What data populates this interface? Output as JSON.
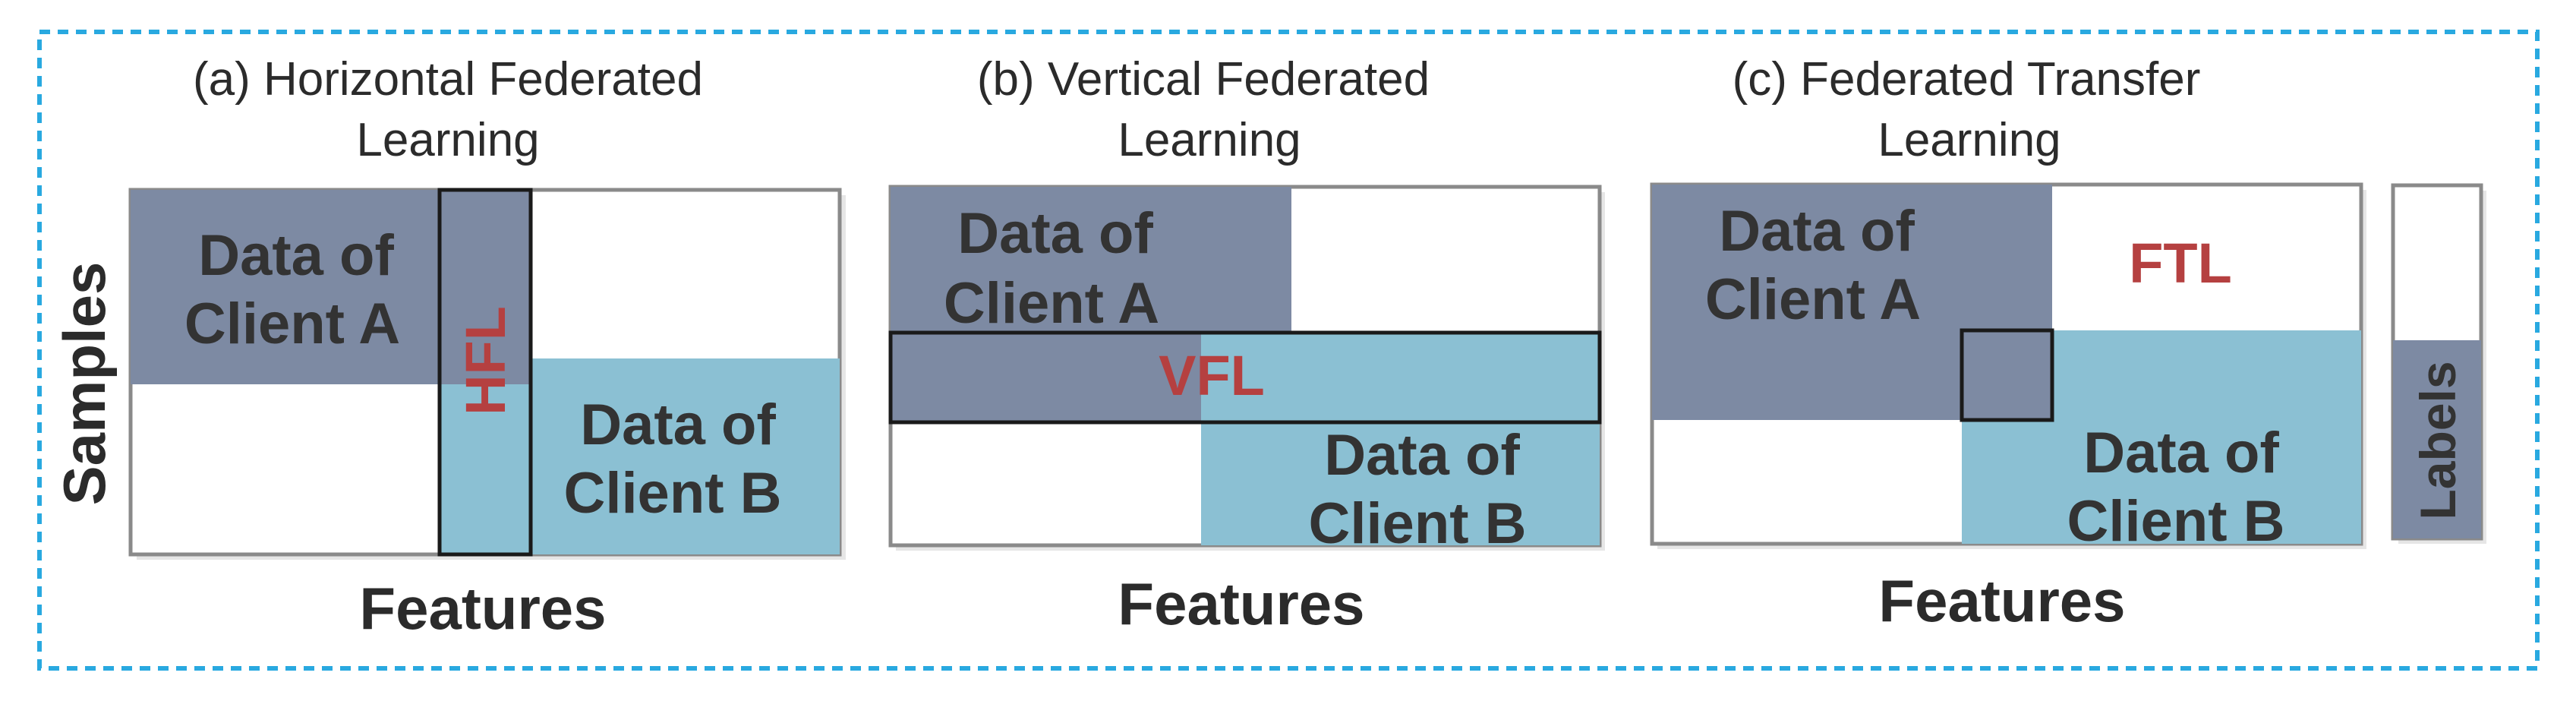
{
  "colors": {
    "client_a": "#7d8aa3",
    "client_b": "#8bc0d3",
    "frame": "#8a8a8a",
    "outline": "#1a1a1a",
    "accent_red": "#b54040",
    "dashed_border": "#29a9e0"
  },
  "panels": {
    "a": {
      "title_line1": "(a) Horizontal Federated",
      "title_line2": "Learning",
      "client_a_line1": "Data of",
      "client_a_line2": "Client A",
      "client_b_line1": "Data of",
      "client_b_line2": "Client B",
      "overlap_label": "HFL",
      "x_axis_label": "Features",
      "y_axis_label": "Samples"
    },
    "b": {
      "title_line1": "(b) Vertical Federated",
      "title_line2": "Learning",
      "client_a_line1": "Data of",
      "client_a_line2": "Client A",
      "client_b_line1": "Data of",
      "client_b_line2": "Client B",
      "overlap_label": "VFL",
      "x_axis_label": "Features"
    },
    "c": {
      "title_line1": "(c) Federated Transfer",
      "title_line2": "Learning",
      "client_a_line1": "Data of",
      "client_a_line2": "Client A",
      "client_b_line1": "Data of",
      "client_b_line2": "Client B",
      "overlap_label": "FTL",
      "x_axis_label": "Features",
      "labels_column": "Labels"
    }
  }
}
